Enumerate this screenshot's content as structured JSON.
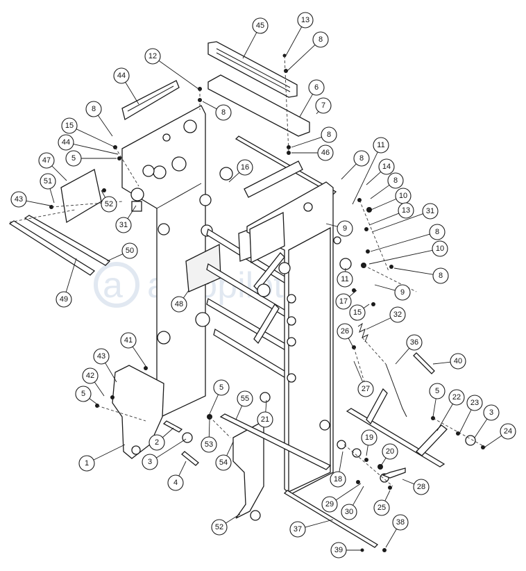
{
  "watermark": {
    "text": "autopilot.ru",
    "color": "#c9d6e6"
  },
  "callouts": [
    {
      "id": "c45",
      "label": "45"
    },
    {
      "id": "c13a",
      "label": "13"
    },
    {
      "id": "c8a",
      "label": "8"
    },
    {
      "id": "c12",
      "label": "12"
    },
    {
      "id": "c44a",
      "label": "44"
    },
    {
      "id": "c8b",
      "label": "8"
    },
    {
      "id": "c6",
      "label": "6"
    },
    {
      "id": "c7",
      "label": "7"
    },
    {
      "id": "c8c",
      "label": "8"
    },
    {
      "id": "c15a",
      "label": "15"
    },
    {
      "id": "c44b",
      "label": "44"
    },
    {
      "id": "c8d",
      "label": "8"
    },
    {
      "id": "c46",
      "label": "46"
    },
    {
      "id": "c5a",
      "label": "5"
    },
    {
      "id": "c47",
      "label": "47"
    },
    {
      "id": "c16",
      "label": "16"
    },
    {
      "id": "c8e",
      "label": "8"
    },
    {
      "id": "c11a",
      "label": "11"
    },
    {
      "id": "c14",
      "label": "14"
    },
    {
      "id": "c8f",
      "label": "8"
    },
    {
      "id": "c51",
      "label": "51"
    },
    {
      "id": "c43a",
      "label": "43"
    },
    {
      "id": "c52a",
      "label": "52"
    },
    {
      "id": "c10a",
      "label": "10"
    },
    {
      "id": "c13b",
      "label": "13"
    },
    {
      "id": "c31a",
      "label": "31"
    },
    {
      "id": "c31b",
      "label": "31"
    },
    {
      "id": "c9a",
      "label": "9"
    },
    {
      "id": "c8g",
      "label": "8"
    },
    {
      "id": "c50",
      "label": "50"
    },
    {
      "id": "c10b",
      "label": "10"
    },
    {
      "id": "c8h",
      "label": "8"
    },
    {
      "id": "c11b",
      "label": "11"
    },
    {
      "id": "c9b",
      "label": "9"
    },
    {
      "id": "c49",
      "label": "49"
    },
    {
      "id": "c48",
      "label": "48"
    },
    {
      "id": "c17",
      "label": "17"
    },
    {
      "id": "c15b",
      "label": "15"
    },
    {
      "id": "c32",
      "label": "32"
    },
    {
      "id": "c26",
      "label": "26"
    },
    {
      "id": "c41",
      "label": "41"
    },
    {
      "id": "c36",
      "label": "36"
    },
    {
      "id": "c40",
      "label": "40"
    },
    {
      "id": "c43b",
      "label": "43"
    },
    {
      "id": "c42",
      "label": "42"
    },
    {
      "id": "c27",
      "label": "27"
    },
    {
      "id": "c5b",
      "label": "5"
    },
    {
      "id": "c55",
      "label": "55"
    },
    {
      "id": "c5c",
      "label": "5"
    },
    {
      "id": "c5d",
      "label": "5"
    },
    {
      "id": "c22",
      "label": "22"
    },
    {
      "id": "c23",
      "label": "23"
    },
    {
      "id": "c3a",
      "label": "3"
    },
    {
      "id": "c21",
      "label": "21"
    },
    {
      "id": "c24",
      "label": "24"
    },
    {
      "id": "c2",
      "label": "2"
    },
    {
      "id": "c53",
      "label": "53"
    },
    {
      "id": "c19",
      "label": "19"
    },
    {
      "id": "c3b",
      "label": "3"
    },
    {
      "id": "c1",
      "label": "1"
    },
    {
      "id": "c54",
      "label": "54"
    },
    {
      "id": "c20",
      "label": "20"
    },
    {
      "id": "c18",
      "label": "18"
    },
    {
      "id": "c28",
      "label": "28"
    },
    {
      "id": "c4",
      "label": "4"
    },
    {
      "id": "c29",
      "label": "29"
    },
    {
      "id": "c30",
      "label": "30"
    },
    {
      "id": "c25",
      "label": "25"
    },
    {
      "id": "c52b",
      "label": "52"
    },
    {
      "id": "c37",
      "label": "37"
    },
    {
      "id": "c38",
      "label": "38"
    },
    {
      "id": "c39",
      "label": "39"
    }
  ]
}
